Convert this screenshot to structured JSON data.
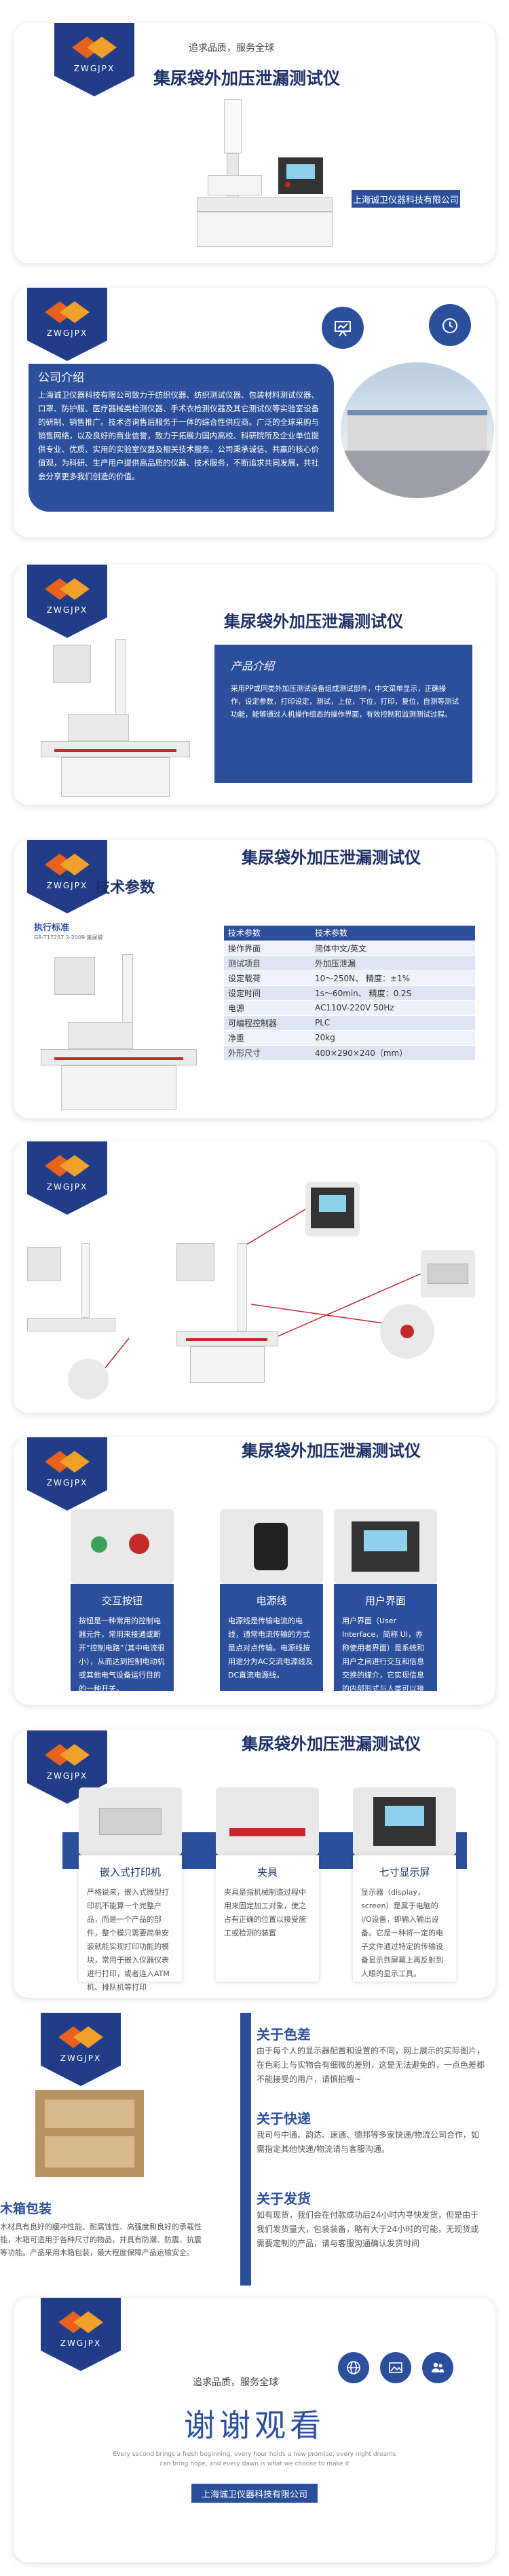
{
  "brand": {
    "logo_text": "ZWGJPX",
    "slogan": "追求品质，服务全球",
    "company": "上海诚卫仪器科技有限公司"
  },
  "product_title": "集尿袋外加压泄漏测试仪",
  "intro": {
    "title": "公司介绍",
    "text": "上海诚卫仪器科技有限公司致力于纺织仪器、纺织测试仪器、包装材料测试仪器、口罩、防护服、医疗器械类检测仪器、手术衣检测仪器及其它测试仪等实验室设备的研制、销售推广。技术咨询售后服务于一体的综合性供应商。广泛的全球采购与销售网络，以及良好的商业信誉，致力于拓展力国内高校、科研院所及企业单位提供专业、优质、实用的实验室仪器及相关技术服务。公司秉承诚信、共赢的核心价值观，为科研、生产用户提供高品质的仪器、技术服务，不断追求共同发展，共社会分享更多我们创造的价值。"
  },
  "product_intro": {
    "title": "产品介绍",
    "text": "采用PP或同类外加压测试设备组成测试部件，中文菜单显示，正确操作，设定参数，打印设定，测试，上位，下位，打印，复位，自测等测试功能，能够通过人机操作组态的操作界面，有效控制和监测测试过程。"
  },
  "tech": {
    "title": "技术参数",
    "standard_title": "执行标准",
    "standard": "GB-T17257.2-2009 集尿袋",
    "head": [
      "技术参数",
      "技术参数"
    ],
    "rows": [
      [
        "操作界面",
        "简体中文/英文"
      ],
      [
        "测试项目",
        "外加压泄漏"
      ],
      [
        "设定载荷",
        "10～250N、 精度：±1%"
      ],
      [
        "设定时间",
        "1s～60min、 精度：0.2S"
      ],
      [
        "电源",
        "AC110V-220V  50Hz"
      ],
      [
        "可编程控制器",
        "PLC"
      ],
      [
        "净重",
        "20kg"
      ],
      [
        "外形尺寸",
        "400×290×240（mm）"
      ]
    ]
  },
  "features1": [
    {
      "title": "交互按钮",
      "text": "按钮是一种常用的控制电器元件，常用来接通或断开“控制电路”（其中电流很小），从而达到控制电动机或其他电气设备运行目的的一种开关。"
    },
    {
      "title": "电源线",
      "text": "电源线是传输电流的电线，通常电流传输的方式是点对点传输。电源线按用途分为AC交流电源线及DC直流电源线。"
    },
    {
      "title": "用户界面",
      "text": "用户界面（User Interface，简称 UI，亦称使用者界面）是系统和用户之间进行交互和信息交换的媒介，它实现信息的内部形式与人类可以接受形式之间的转换。"
    }
  ],
  "features2": [
    {
      "title": "嵌入式打印机",
      "text": "严格说来，嵌入式微型打印机不能算一个完整产品，而是一个产品的部件，整个模只需要简单安装就能实现打印功能的模块，常用于嵌入仪器仪表进行打印，或者连入ATM机、排队机等打印"
    },
    {
      "title": "夹具",
      "text": "夹具是指机械制造过程中用来固定加工对象，使之占有正确的位置以接受施工或检测的装置"
    },
    {
      "title": "七寸显示屏",
      "text": "显示器（display，screen）是属于电脑的I/O设备，即输入输出设备。它是一种将一定的电子文件通过特定的传输设备显示到屏幕上再反射到人眼的显示工具。"
    }
  ],
  "service": {
    "color": {
      "title": "关于色差",
      "text": "由于每个人的显示器配置和设置的不同，网上展示的实际图片，在色彩上与实物会有细微的差别，这是无法避免的，一点色差都不能接受的用户，请慎拍哦~"
    },
    "delivery": {
      "title": "关于快递",
      "text": "我司与中通、韵达、速通、德邦等多家快递/物流公司合作，如需指定其他快递/物流请与客服沟通。"
    },
    "shipping": {
      "title": "关于发货",
      "text": "如有现货，我们会在付款成功后24小时内寻快发货，但是由于我们发货量大，包装装备，略有大于24小时的可能，无现货或需要定制的产品，请与客服沟通确认发货时间"
    }
  },
  "packing": {
    "title": "木箱包装",
    "text": "木材具有良好的缓冲性能、耐腐蚀性、高强度和良好的承载性能，木箱可适用于各种尺寸的物品，并具有防潮、防震、抗震等功能。产品采用木箱包装，最大程度保障产品运输安全。"
  },
  "thanks": {
    "title": "谢谢观看",
    "subtitle": "Every second brings a fresh beginning, every hour holds a new promise, every night dreams can bring hope, and every dawn is what we choose to make it"
  },
  "colors": {
    "primary": "#2c4f9c",
    "dark": "#1c2f66",
    "logo": "#213d88"
  }
}
